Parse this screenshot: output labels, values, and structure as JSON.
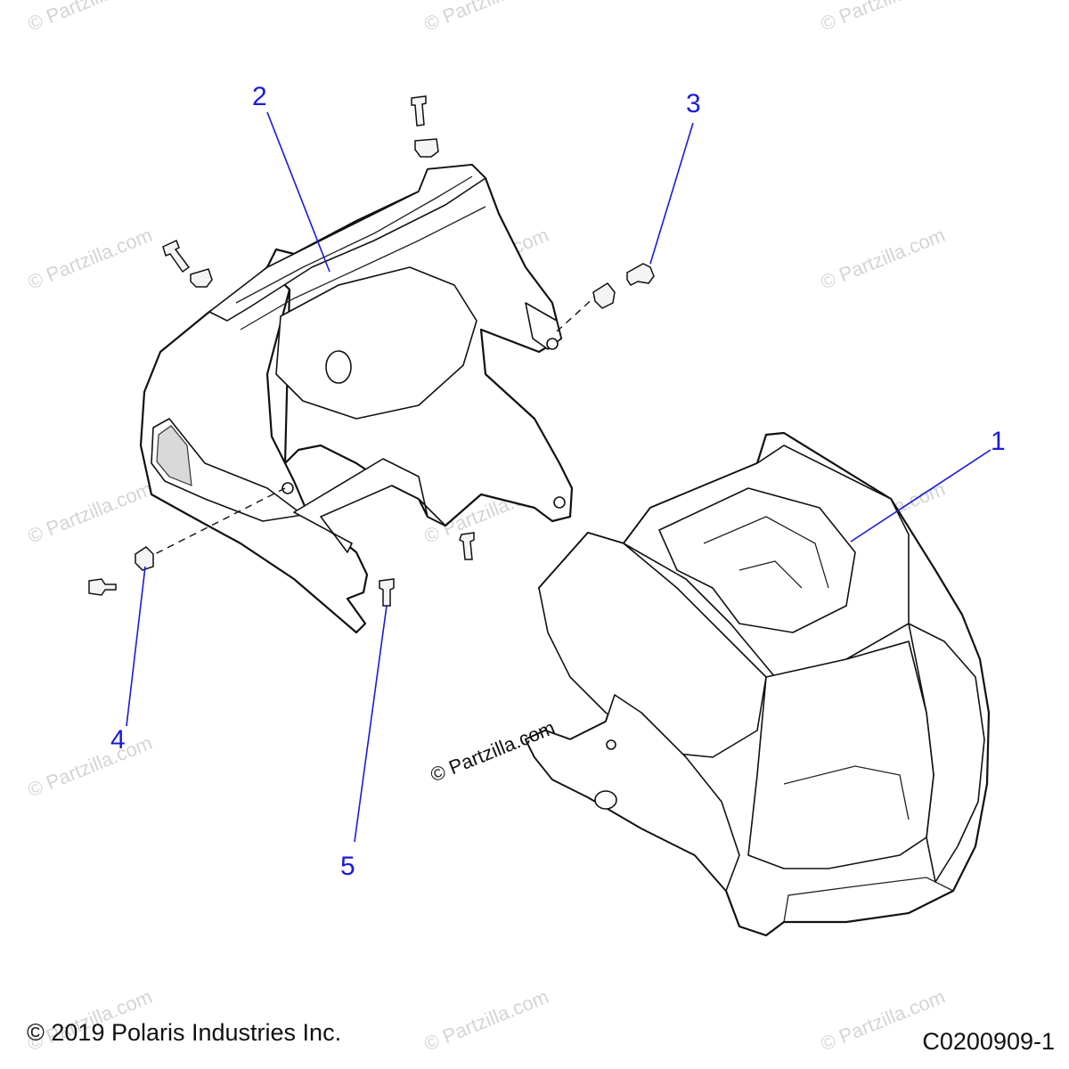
{
  "callouts": {
    "c1": "1",
    "c2": "2",
    "c3": "3",
    "c4": "4",
    "c5": "5"
  },
  "watermark": {
    "text": "© Partzilla.com",
    "center_text": "© Partzilla.com"
  },
  "footer": {
    "copyright": "© 2019 Polaris Industries Inc.",
    "diagram_code": "C0200909-1"
  },
  "colors": {
    "callout": "#1a1adc",
    "line": "#111111",
    "watermark": "#d4d4d4"
  }
}
